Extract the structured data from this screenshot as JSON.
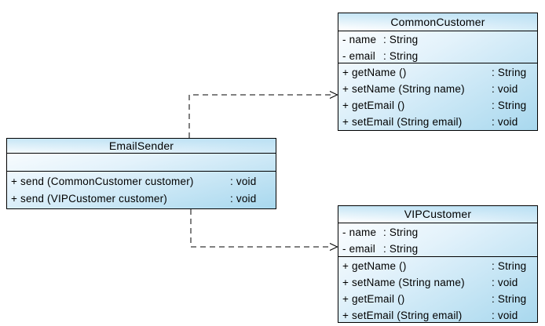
{
  "diagram": {
    "kind": "uml-class-diagram",
    "background": "#ffffff",
    "colors": {
      "box_border": "#000000",
      "box_fill_light": "#ffffff",
      "box_fill_mid": "#e3f2fb",
      "box_fill_dark": "#a8d8ee",
      "line": "#000000",
      "text": "#000000"
    }
  },
  "classes": [
    {
      "title": "CommonCustomer",
      "attributes": [
        {
          "sig": "- name",
          "type": ": String"
        },
        {
          "sig": "- email",
          "type": ": String"
        }
      ],
      "methods": [
        {
          "sig": "+ getName ()",
          "type": ": String"
        },
        {
          "sig": "+ setName (String name)",
          "type": ": void"
        },
        {
          "sig": "+ getEmail ()",
          "type": ": String"
        },
        {
          "sig": "+ setEmail (String email)",
          "type": ": void"
        }
      ]
    },
    {
      "title": "EmailSender",
      "attributes": [],
      "methods": [
        {
          "sig": "+ send (CommonCustomer customer)",
          "type": ": void"
        },
        {
          "sig": "+ send (VIPCustomer customer)",
          "type": ": void"
        }
      ]
    },
    {
      "title": "VIPCustomer",
      "attributes": [
        {
          "sig": "- name",
          "type": ": String"
        },
        {
          "sig": "- email",
          "type": ": String"
        }
      ],
      "methods": [
        {
          "sig": "+ getName ()",
          "type": ": String"
        },
        {
          "sig": "+ setName (String name)",
          "type": ": void"
        },
        {
          "sig": "+ getEmail ()",
          "type": ": String"
        },
        {
          "sig": "+ setEmail (String email)",
          "type": ": void"
        }
      ]
    }
  ],
  "relations": [
    {
      "from": "EmailSender",
      "to": "CommonCustomer",
      "type": "dependency",
      "line_style": "dashed",
      "arrowhead": "open"
    },
    {
      "from": "EmailSender",
      "to": "VIPCustomer",
      "type": "dependency",
      "line_style": "dashed",
      "arrowhead": "open"
    }
  ]
}
